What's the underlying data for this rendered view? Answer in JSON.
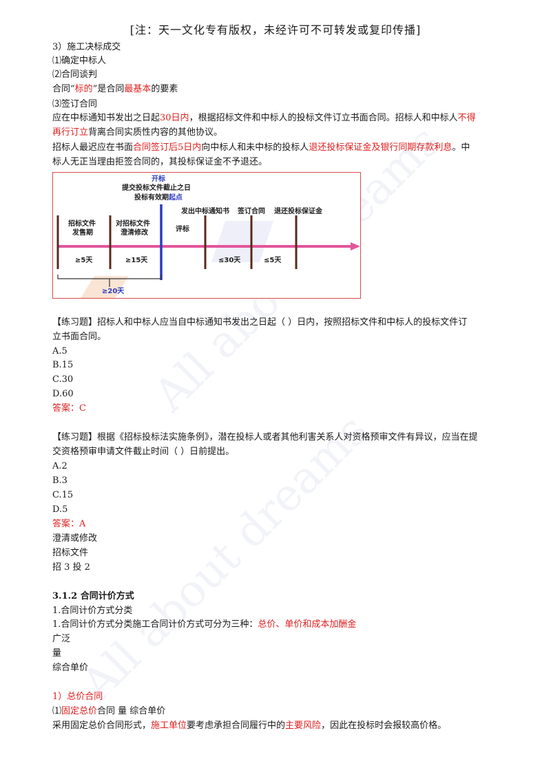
{
  "header": "[注：天一文化专有版权，未经许可不可转发或复印传播]",
  "section_3": {
    "title": "3）施工决标成交",
    "step1": "⑴确定中标人",
    "step2": "⑵合同谈判",
    "note_pre": "合同“",
    "note_red1": "标的",
    "note_mid": "”是合同",
    "note_red2": "最基本",
    "note_post": "的要素",
    "step3": "⑶签订合同",
    "p1_a": "应在中标通知书发出之日起",
    "p1_red1": "30日内",
    "p1_b": "，根据招标文件和中标人的投标文件订立书面合同。招标人和中标人",
    "p1_red2": "不得",
    "p1_red3": "再行订立",
    "p1_c": "背离合同实质性内容的其他协议。",
    "p2_a": "招标人最迟应在书面",
    "p2_red1": "合同签订后5日内",
    "p2_b": "向中标人和未中标的投标人",
    "p2_red2": "退还投标保证金及银行同期存款利息",
    "p2_c": "。中",
    "p2_d": "标人无正当理由拒签合同的，其投标保证金不予退还。"
  },
  "diagram": {
    "open_bid": "开标",
    "deadline_l1": "提交投标文件截止之日",
    "deadline_l2_a": "投标有效期",
    "deadline_l2_b": "起点",
    "sale": [
      "招标文件",
      "发售期"
    ],
    "clarify": [
      "对招标文件",
      "澄清修改"
    ],
    "evaluate": "评标",
    "notice": "发出中标通知书",
    "sign": "签订合同",
    "refund": "退还投标保证金",
    "d5": "≥5天",
    "d15": "≥15天",
    "d20": "≥20天",
    "d30": "≤30天",
    "d5b": "≤5天",
    "colors": {
      "arrow": "#e2569c",
      "tick": "#5a2a1a",
      "blue": "#2a3cc2"
    }
  },
  "q1": {
    "stem_l1": "【练习题】招标人和中标人应当自中标通知书发出之日起（    ）日内，按照招标文件和中标人的投标文件订",
    "stem_l2": "立书面合同。",
    "options": [
      "A.5",
      "B.15",
      "C.30",
      "D.60"
    ],
    "answer": "答案：C"
  },
  "q2": {
    "stem_l1": "【练习题】根据《招标投标法实施条例》，潜在投标人或者其他利害关系人对资格预审文件有异议，应当在提",
    "stem_l2": "交资格预审申请文件截止时间（    ）日前提出。",
    "options": [
      "A.2",
      "B.3",
      "C.15",
      "D.5"
    ],
    "answer": "答案：A",
    "notes": [
      "澄清或修改",
      "招标文件",
      "招 3 投 2"
    ]
  },
  "section_312": {
    "title": "3.1.2  合同计价方式",
    "sub1": "1.合同计价方式分类",
    "sub2_a": "1.合同计价方式分类施工合同计价方式可分为三种：",
    "sub2_red": "总价、单价和成本加酬金",
    "notes": [
      "广泛",
      "量",
      "综合单价"
    ],
    "h1": "1）总价合同",
    "item1_a": "⑴",
    "item1_red": "固定总价",
    "item1_b": "合同     量        综合单价",
    "p_a": "采用固定总价合同形式，",
    "p_red1": "施工单位",
    "p_b": "要考虑承担合同履行中的",
    "p_red2": "主要风险",
    "p_c": "，因此在投标时会报较高价格。"
  },
  "watermark": [
    "All about dreams",
    "All about dreams"
  ]
}
